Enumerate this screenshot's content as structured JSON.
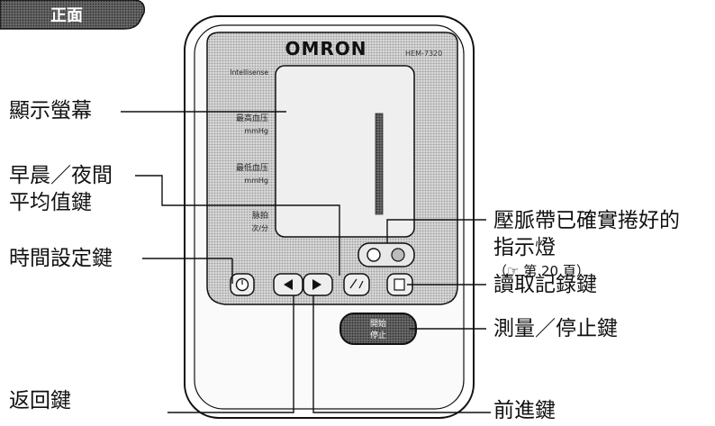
{
  "badge": {
    "label": "正面"
  },
  "device": {
    "brand": "OMRON",
    "model": "HEM-7320",
    "display_labels": [
      {
        "line1": "Intellisense",
        "line2": ""
      },
      {
        "line1": "最高血压",
        "line2": "mmHg"
      },
      {
        "line1": "最低血压",
        "line2": "mmHg"
      },
      {
        "line1": "脉拍",
        "line2": "次/分"
      }
    ],
    "start_button": {
      "line1": "開始",
      "line2": "停止"
    }
  },
  "callouts": {
    "display": "顯示螢幕",
    "avg_key": {
      "line1": "早晨／夜間",
      "line2": "平均值鍵"
    },
    "time_key": "時間設定鍵",
    "back_key": "返回鍵",
    "cuff_light": {
      "line1": "壓脈帶已確實捲好的",
      "line2": "指示燈",
      "ref": "（☞ 第 20 頁）"
    },
    "memory_key": "讀取記錄鍵",
    "start_stop_key": "測量／停止鍵",
    "forward_key": "前進鍵"
  },
  "colors": {
    "line": "#111111",
    "panel": "#c9c9c9",
    "screen": "#efefef",
    "dot": "#9a9a9a"
  }
}
